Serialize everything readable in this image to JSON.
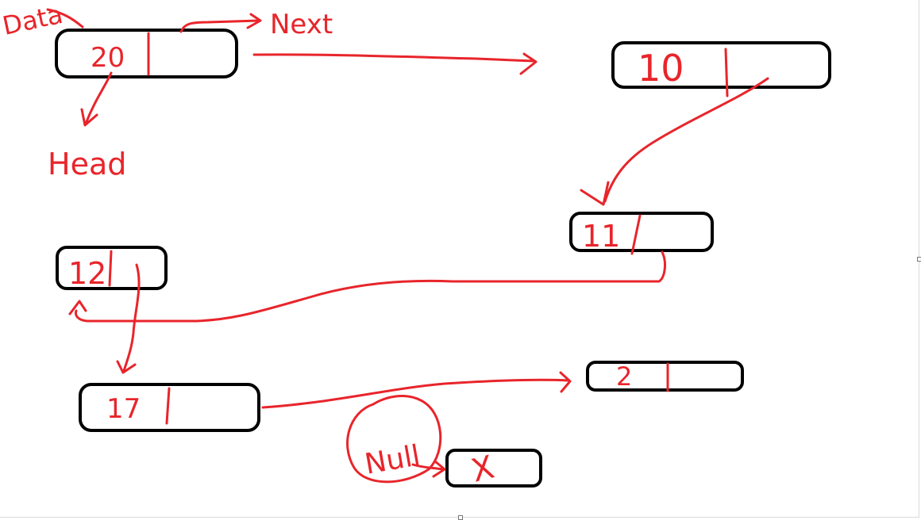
{
  "annotations": {
    "data_label": "Data",
    "next_label": "Next",
    "head_label": "Head",
    "null_label": "Null"
  },
  "nodes": [
    {
      "id": "node-20",
      "value": "20"
    },
    {
      "id": "node-10",
      "value": "10"
    },
    {
      "id": "node-11",
      "value": "11"
    },
    {
      "id": "node-12",
      "value": "12"
    },
    {
      "id": "node-17",
      "value": "17"
    },
    {
      "id": "node-2",
      "value": "2"
    }
  ],
  "null_node": {
    "mark": "X"
  },
  "colors": {
    "ink": "#e8252b",
    "box": "#000000"
  }
}
